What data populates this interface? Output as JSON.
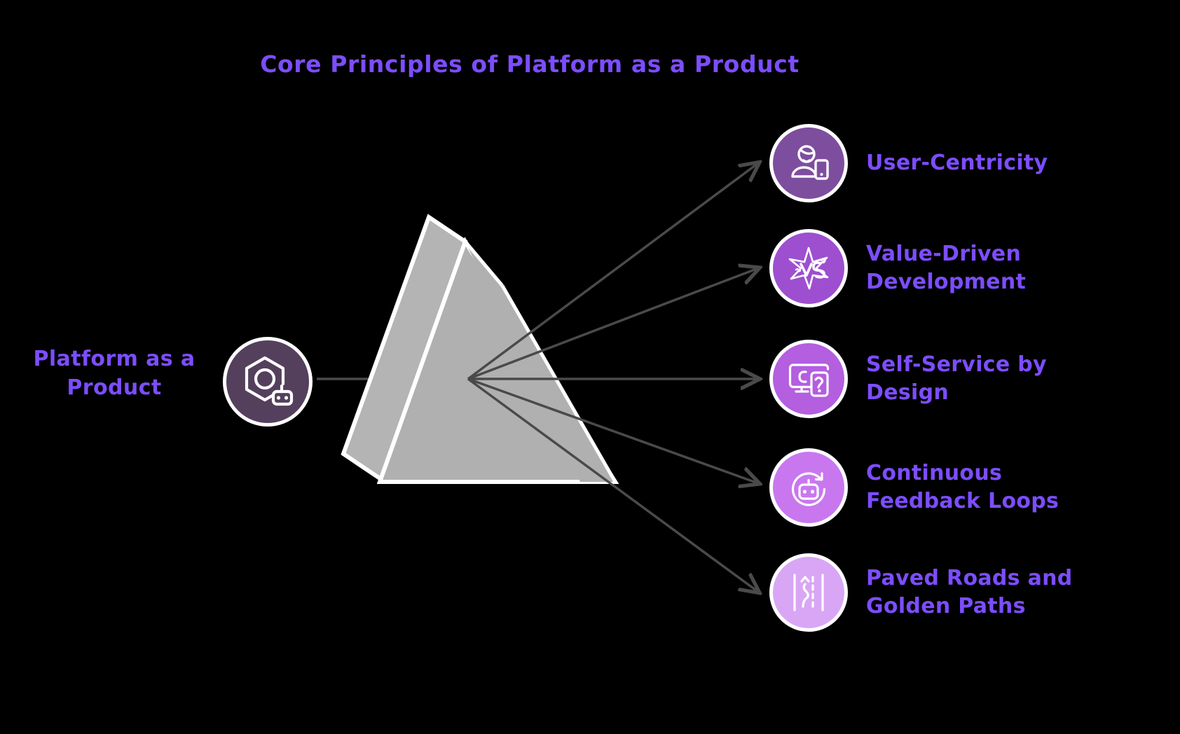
{
  "title": "Core Principles of Platform as a Product",
  "background_color": "#000000",
  "accent_color": "#7c4dff",
  "source": {
    "label": "Platform as a\nProduct",
    "label_line1": "Platform as a",
    "label_line2": "Product",
    "icon_name": "hexagon-nut-robot-icon",
    "circle_color": "#54405c"
  },
  "prism": {
    "shape_name": "triangular-prism",
    "face_color": "#b0b0b0",
    "edge_color": "#ffffff",
    "side_face_color": "#b4b4b4"
  },
  "rays": {
    "color": "#4a4a4a",
    "count": 5
  },
  "principles": [
    {
      "label": "User-Centricity",
      "icon_name": "user-with-phone-icon",
      "circle_color": "#7e4e9e"
    },
    {
      "label": "Value-Driven Development",
      "icon_name": "vs-starburst-icon",
      "circle_color": "#9d4fd0"
    },
    {
      "label": "Self-Service by Design",
      "icon_name": "monitor-and-mobile-icon",
      "circle_color": "#b45ee0"
    },
    {
      "label": "Continuous Feedback Loops",
      "icon_name": "robot-refresh-loop-icon",
      "circle_color": "#c977ef"
    },
    {
      "label": "Paved Roads and Golden Paths",
      "icon_name": "road-arrow-icon",
      "circle_color": "#d9a6f5"
    }
  ]
}
